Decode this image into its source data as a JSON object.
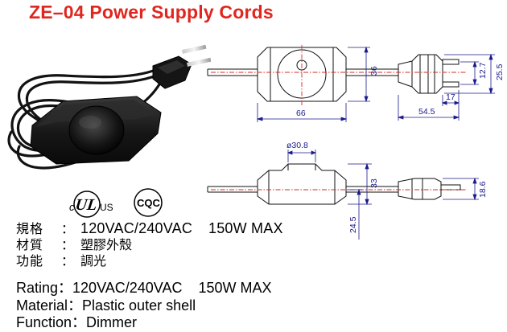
{
  "title": "ZE–04 Power Supply Cords",
  "certifications": {
    "ul_c": "c",
    "ul_us": "US",
    "ul_logo_text": "UL",
    "cqc": "CQC"
  },
  "specs_cn": [
    {
      "label": "規格",
      "sep": "：",
      "value": "120VAC/240VAC",
      "value2": "150W MAX",
      "latin": true
    },
    {
      "label": "材質",
      "sep": "：",
      "value": "塑膠外殼",
      "value2": "",
      "latin": false
    },
    {
      "label": "功能",
      "sep": "：",
      "value": "調光",
      "value2": "",
      "latin": false
    }
  ],
  "specs_en": [
    {
      "label": "Rating",
      "sep": "：",
      "value": "120VAC/240VAC",
      "value2": "150W MAX"
    },
    {
      "label": "Material",
      "sep": "：",
      "value": "Plastic outer shell",
      "value2": ""
    },
    {
      "label": "Function",
      "sep": "：",
      "value": "Dimmer",
      "value2": ""
    }
  ],
  "dimensions": {
    "top_width": "66",
    "top_height": "36",
    "plug_length": "54.5",
    "prong_gap": "12.7",
    "plug_width": "25.5",
    "prong_length": "17",
    "knob_diameter": "ø30.8",
    "side_height": "33",
    "side_depth": "24.5",
    "side_plug_height": "18.6"
  },
  "colors": {
    "title": "#e0261f",
    "dimension_lines": "#1a1a8c",
    "cord_red": "#d62828",
    "outline": "#111111"
  }
}
